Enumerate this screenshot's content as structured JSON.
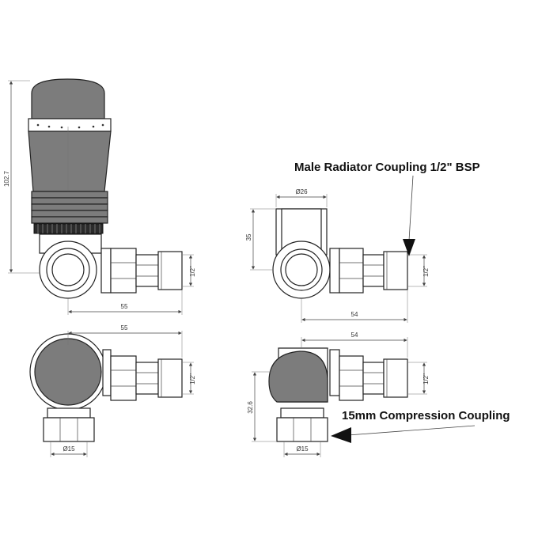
{
  "dimensions": {
    "height_head": "102.7",
    "width_a": "55",
    "width_b": "55",
    "thread_a": "1/2\"",
    "thread_b": "1/2\"",
    "thread_c": "1/2\"",
    "thread_d": "1/2\"",
    "dia_26": "Ø26",
    "height_35": "35",
    "width_c": "54",
    "width_d": "54",
    "height_32": "32.6",
    "dia_15_a": "Ø15",
    "dia_15_b": "Ø15"
  },
  "callouts": {
    "male_coupling": "Male Radiator Coupling 1/2\" BSP",
    "compression_coupling": "15mm Compression Coupling"
  }
}
